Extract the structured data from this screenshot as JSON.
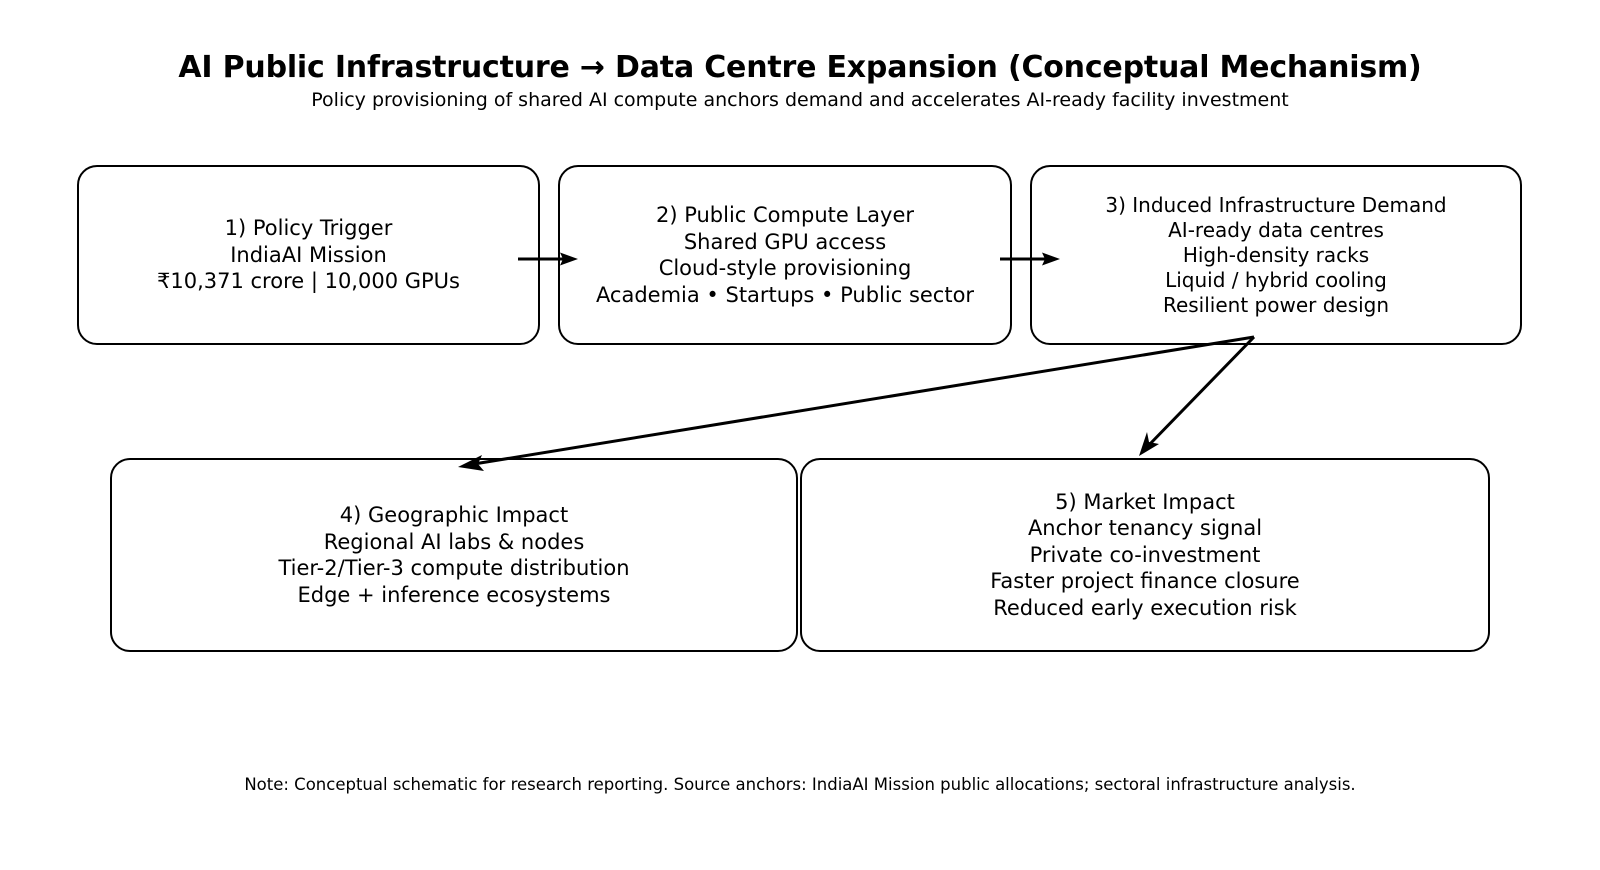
{
  "header": {
    "title": "AI Public Infrastructure → Data Centre Expansion (Conceptual Mechanism)",
    "subtitle": "Policy provisioning of shared AI compute anchors demand and accelerates AI-ready facility investment"
  },
  "diagram": {
    "type": "flowchart",
    "nodes": [
      {
        "id": "node1",
        "lines": [
          "1) Policy Trigger",
          "IndiaAI Mission",
          "₹10,371 crore | 10,000 GPUs"
        ]
      },
      {
        "id": "node2",
        "lines": [
          "2) Public Compute Layer",
          "Shared GPU access",
          "Cloud-style provisioning",
          "Academia • Startups • Public sector"
        ]
      },
      {
        "id": "node3",
        "lines": [
          "3) Induced Infrastructure Demand",
          "AI-ready data centres",
          "High-density racks",
          "Liquid / hybrid cooling",
          "Resilient power design"
        ]
      },
      {
        "id": "node4",
        "lines": [
          "4) Geographic Impact",
          "Regional AI labs & nodes",
          "Tier-2/Tier-3 compute distribution",
          "Edge + inference ecosystems"
        ]
      },
      {
        "id": "node5",
        "lines": [
          "5) Market Impact",
          "Anchor tenancy signal",
          "Private co-investment",
          "Faster project finance closure",
          "Reduced early execution risk"
        ]
      }
    ],
    "edges": [
      {
        "id": "edge-1-2",
        "from": "node1",
        "to": "node2"
      },
      {
        "id": "edge-2-3",
        "from": "node2",
        "to": "node3"
      },
      {
        "id": "edge-3-4",
        "from": "node3",
        "to": "node4"
      },
      {
        "id": "edge-3-5",
        "from": "node3",
        "to": "node5"
      }
    ],
    "stroke_color": "#000000",
    "background_color": "#ffffff"
  },
  "footer": {
    "note": "Note: Conceptual schematic for research reporting. Source anchors: IndiaAI Mission public allocations; sectoral infrastructure analysis."
  }
}
